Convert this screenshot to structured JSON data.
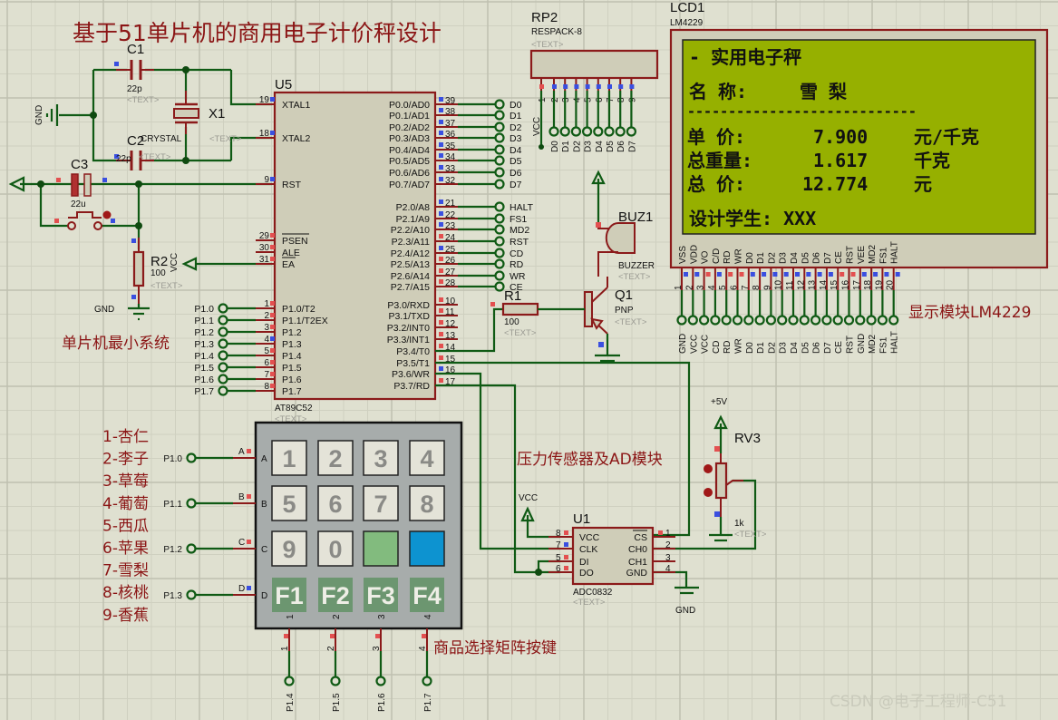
{
  "title": "基于51单片机的商用电子计价秤设计",
  "annotations": {
    "min_system": "单片机最小系统",
    "sensor_ad": "压力传感器及AD模块",
    "keypad": "商品选择矩阵按键",
    "display": "显示模块LM4229"
  },
  "product_list": [
    "1-杏仁",
    "2-李子",
    "3-草莓",
    "4-葡萄",
    "5-西瓜",
    "6-苹果",
    "7-雪梨",
    "8-核桃",
    "9-香蕉"
  ],
  "placeholder_text": "<TEXT>",
  "components": {
    "c1": {
      "ref": "C1",
      "value": "22p"
    },
    "c2": {
      "ref": "C2",
      "value": "22p"
    },
    "c3": {
      "ref": "C3",
      "value": "22u"
    },
    "x1": {
      "ref": "X1",
      "value": "CRYSTAL"
    },
    "r1": {
      "ref": "R1",
      "value": "100"
    },
    "r2": {
      "ref": "R2",
      "value": "100"
    },
    "rp2": {
      "ref": "RP2",
      "value": "RESPACK-8"
    },
    "buz1": {
      "ref": "BUZ1",
      "value": "BUZZER"
    },
    "q1": {
      "ref": "Q1",
      "value": "PNP"
    },
    "u1": {
      "ref": "U1",
      "value": "ADC0832"
    },
    "u5": {
      "ref": "U5",
      "value": "AT89C52"
    },
    "rv3": {
      "ref": "RV3",
      "value": "1k"
    },
    "lcd1": {
      "ref": "LCD1",
      "value": "LM4229"
    }
  },
  "power": {
    "gnd": "GND",
    "vcc": "VCC",
    "plus5v": "+5V"
  },
  "u5_left_pins": [
    {
      "num": "19",
      "name": "XTAL1"
    },
    {
      "num": "18",
      "name": "XTAL2"
    },
    {
      "num": "9",
      "name": "RST"
    },
    {
      "num": "29",
      "name": "PSEN"
    },
    {
      "num": "30",
      "name": "ALE"
    },
    {
      "num": "31",
      "name": "EA"
    },
    {
      "num": "1",
      "name": "P1.0/T2"
    },
    {
      "num": "2",
      "name": "P1.1/T2EX"
    },
    {
      "num": "3",
      "name": "P1.2"
    },
    {
      "num": "4",
      "name": "P1.3"
    },
    {
      "num": "5",
      "name": "P1.4"
    },
    {
      "num": "6",
      "name": "P1.5"
    },
    {
      "num": "7",
      "name": "P1.6"
    },
    {
      "num": "8",
      "name": "P1.7"
    }
  ],
  "u5_right_pins": [
    {
      "num": "39",
      "name": "P0.0/AD0",
      "net": "D0"
    },
    {
      "num": "38",
      "name": "P0.1/AD1",
      "net": "D1"
    },
    {
      "num": "37",
      "name": "P0.2/AD2",
      "net": "D2"
    },
    {
      "num": "36",
      "name": "P0.3/AD3",
      "net": "D3"
    },
    {
      "num": "35",
      "name": "P0.4/AD4",
      "net": "D4"
    },
    {
      "num": "34",
      "name": "P0.5/AD5",
      "net": "D5"
    },
    {
      "num": "33",
      "name": "P0.6/AD6",
      "net": "D6"
    },
    {
      "num": "32",
      "name": "P0.7/AD7",
      "net": "D7"
    },
    {
      "num": "21",
      "name": "P2.0/A8",
      "net": "HALT"
    },
    {
      "num": "22",
      "name": "P2.1/A9",
      "net": "FS1"
    },
    {
      "num": "23",
      "name": "P2.2/A10",
      "net": "MD2"
    },
    {
      "num": "24",
      "name": "P2.3/A11",
      "net": "RST"
    },
    {
      "num": "25",
      "name": "P2.4/A12",
      "net": "CD"
    },
    {
      "num": "26",
      "name": "P2.5/A13",
      "net": "RD"
    },
    {
      "num": "27",
      "name": "P2.6/A14",
      "net": "WR"
    },
    {
      "num": "28",
      "name": "P2.7/A15",
      "net": "CE"
    },
    {
      "num": "10",
      "name": "P3.0/RXD",
      "net": ""
    },
    {
      "num": "11",
      "name": "P3.1/TXD",
      "net": ""
    },
    {
      "num": "12",
      "name": "P3.2/INT0",
      "net": ""
    },
    {
      "num": "13",
      "name": "P3.3/INT1",
      "net": ""
    },
    {
      "num": "14",
      "name": "P3.4/T0",
      "net": ""
    },
    {
      "num": "15",
      "name": "P3.5/T1",
      "net": ""
    },
    {
      "num": "16",
      "name": "P3.6/WR",
      "net": ""
    },
    {
      "num": "17",
      "name": "P3.7/RD",
      "net": ""
    }
  ],
  "p1_terminals": [
    "P1.0",
    "P1.1",
    "P1.2",
    "P1.3",
    "P1.4",
    "P1.5",
    "P1.6",
    "P1.7"
  ],
  "rp2_pins": [
    "1",
    "2",
    "3",
    "4",
    "5",
    "6",
    "7",
    "8",
    "9"
  ],
  "rp2_nets": [
    "D0",
    "D1",
    "D2",
    "D3",
    "D4",
    "D5",
    "D6",
    "D7"
  ],
  "lcd": {
    "lines": {
      "header": "-      实用电子秤",
      "name_label": "名  称:",
      "name_value": "雪      梨",
      "divider": "----------------------------",
      "unit_price_label": "单  价:",
      "unit_price_value": "7.900",
      "unit_price_unit": "元/千克",
      "weight_label": "总重量:",
      "weight_value": "1.617",
      "weight_unit": "千克",
      "total_label": "总  价:",
      "total_value": "12.774",
      "total_unit": "元",
      "designer": "设计学生: XXX"
    },
    "pin_names": [
      "VSS",
      "VDD",
      "VO",
      "C/D",
      "RD",
      "WR",
      "D0",
      "D1",
      "D2",
      "D3",
      "D4",
      "D5",
      "D6",
      "D7",
      "CE",
      "RST",
      "VEE",
      "MD2",
      "FS1",
      "HALT"
    ],
    "pin_numbers": [
      "1",
      "2",
      "3",
      "4",
      "5",
      "6",
      "7",
      "8",
      "9",
      "10",
      "11",
      "12",
      "13",
      "14",
      "15",
      "16",
      "17",
      "18",
      "19",
      "20"
    ],
    "net_labels": [
      "GND",
      "VCC",
      "VCC",
      "CD",
      "RD",
      "WR",
      "D0",
      "D1",
      "D2",
      "D3",
      "D4",
      "D5",
      "D6",
      "D7",
      "CE",
      "RST",
      "GND",
      "MD2",
      "FS1",
      "HALT"
    ]
  },
  "keypad": {
    "row_labels": [
      "A",
      "B",
      "C",
      "D"
    ],
    "row_nets": [
      "P1.0",
      "P1.1",
      "P1.2",
      "P1.3"
    ],
    "col_labels": [
      "1",
      "2",
      "3",
      "4"
    ],
    "col_nets": [
      "P1.4",
      "P1.5",
      "P1.6",
      "P1.7"
    ],
    "keys": [
      "1",
      "2",
      "3",
      "4",
      "5",
      "6",
      "7",
      "8",
      "9",
      "0",
      "",
      "",
      "F1",
      "F2",
      "F3",
      "F4"
    ]
  },
  "adc": {
    "left_pins": [
      {
        "num": "8",
        "name": "VCC"
      },
      {
        "num": "7",
        "name": "CLK"
      },
      {
        "num": "5",
        "name": "DI"
      },
      {
        "num": "6",
        "name": "DO"
      }
    ],
    "right_pins": [
      {
        "num": "1",
        "name": "CS"
      },
      {
        "num": "2",
        "name": "CH0"
      },
      {
        "num": "3",
        "name": "CH1"
      },
      {
        "num": "4",
        "name": "GND"
      }
    ]
  },
  "watermark": "CSDN @电子工程师-C51"
}
